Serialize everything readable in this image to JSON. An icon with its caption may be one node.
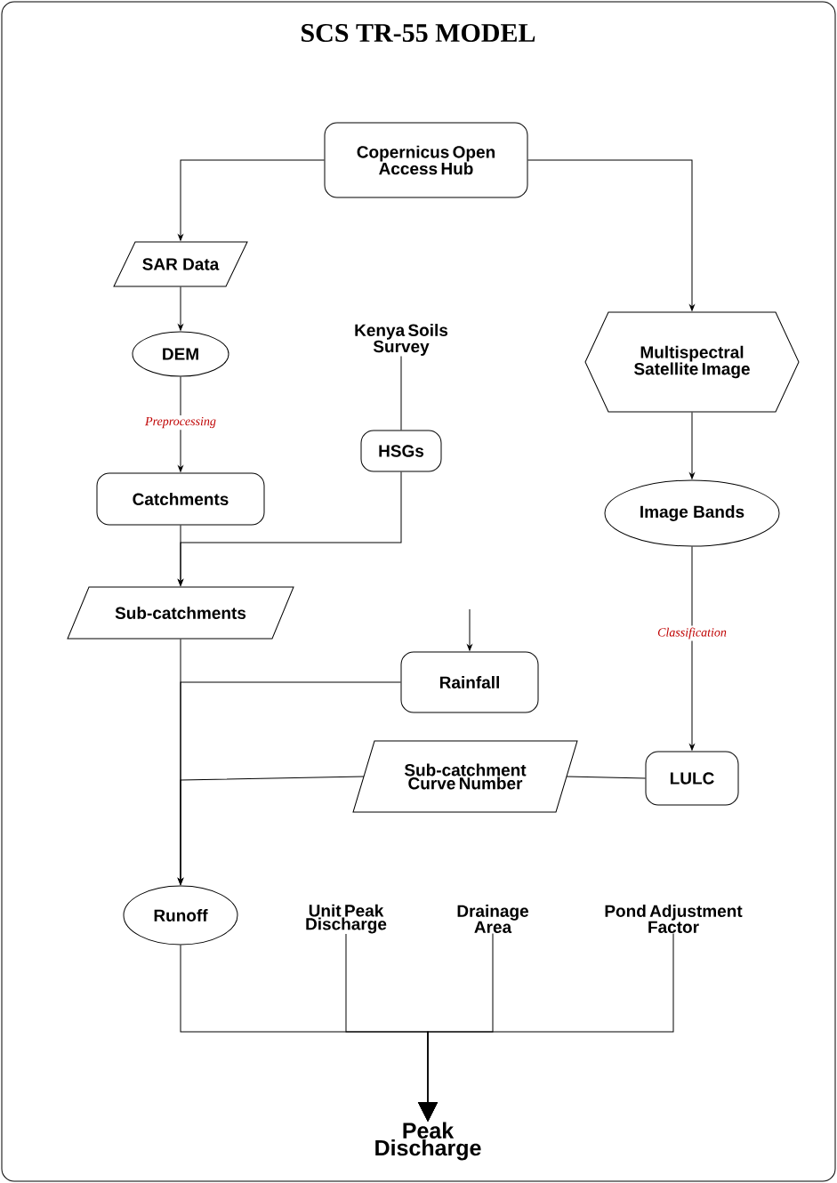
{
  "diagram": {
    "title": "SCS TR-55 MODEL",
    "nodes": [
      {
        "text": [
          "Copernicus Open Access Hub"
        ]
      },
      {
        "text": [
          "SAR Data"
        ]
      },
      {
        "text": [
          "DEM"
        ]
      },
      {
        "text": [
          "Kenya Soils Survey"
        ]
      },
      {
        "text": [
          "Multispectral Satellite Image"
        ]
      },
      {
        "text": [
          "HSGs"
        ]
      },
      {
        "text": [
          "Catchments"
        ]
      },
      {
        "text": [
          "Image Bands"
        ]
      },
      {
        "text": [
          "Sub-catchments"
        ]
      },
      {
        "text": [
          "Rainfall"
        ]
      },
      {
        "text": [
          "Sub-catchment Curve Number"
        ]
      },
      {
        "text": [
          "LULC"
        ]
      },
      {
        "text": [
          "Runoff"
        ]
      },
      {
        "text": [
          "Unit Peak Discharge"
        ]
      },
      {
        "text": [
          "Drainage Area"
        ]
      },
      {
        "text": [
          "Pond Adjustment Factor"
        ]
      },
      {
        "text": [
          "Peak Discharge"
        ]
      }
    ],
    "edges": [
      {
        "from": 0,
        "to": 1,
        "arrow": "to"
      },
      {
        "from": 0,
        "to": 4,
        "arrow": "to"
      },
      {
        "from": 1,
        "to": 2,
        "arrow": "to"
      },
      {
        "from": 2,
        "to": 6,
        "arrow": "to",
        "label": "Preprocessing"
      },
      {
        "from": 3,
        "to": 5,
        "arrow": "none"
      },
      {
        "from": 5,
        "to": 8,
        "arrow": "to"
      },
      {
        "from": 6,
        "to": 8,
        "arrow": "to"
      },
      {
        "from": null,
        "to": 9,
        "arrow": "to"
      },
      {
        "from": 4,
        "to": 7,
        "arrow": "to"
      },
      {
        "from": 7,
        "to": 11,
        "arrow": "to",
        "label": "Classification"
      },
      {
        "from": 11,
        "to": 10,
        "arrow": "none"
      },
      {
        "from": 8,
        "to": 12,
        "arrow": "to"
      },
      {
        "from": 9,
        "to": 12,
        "arrow": "to"
      },
      {
        "from": 10,
        "to": 12,
        "arrow": "to"
      },
      {
        "from": 12,
        "to": 16,
        "arrow": "to"
      },
      {
        "from": 13,
        "to": 16,
        "arrow": "to"
      },
      {
        "from": 14,
        "to": 16,
        "arrow": "to"
      },
      {
        "from": 15,
        "to": 16,
        "arrow": "to"
      }
    ]
  }
}
